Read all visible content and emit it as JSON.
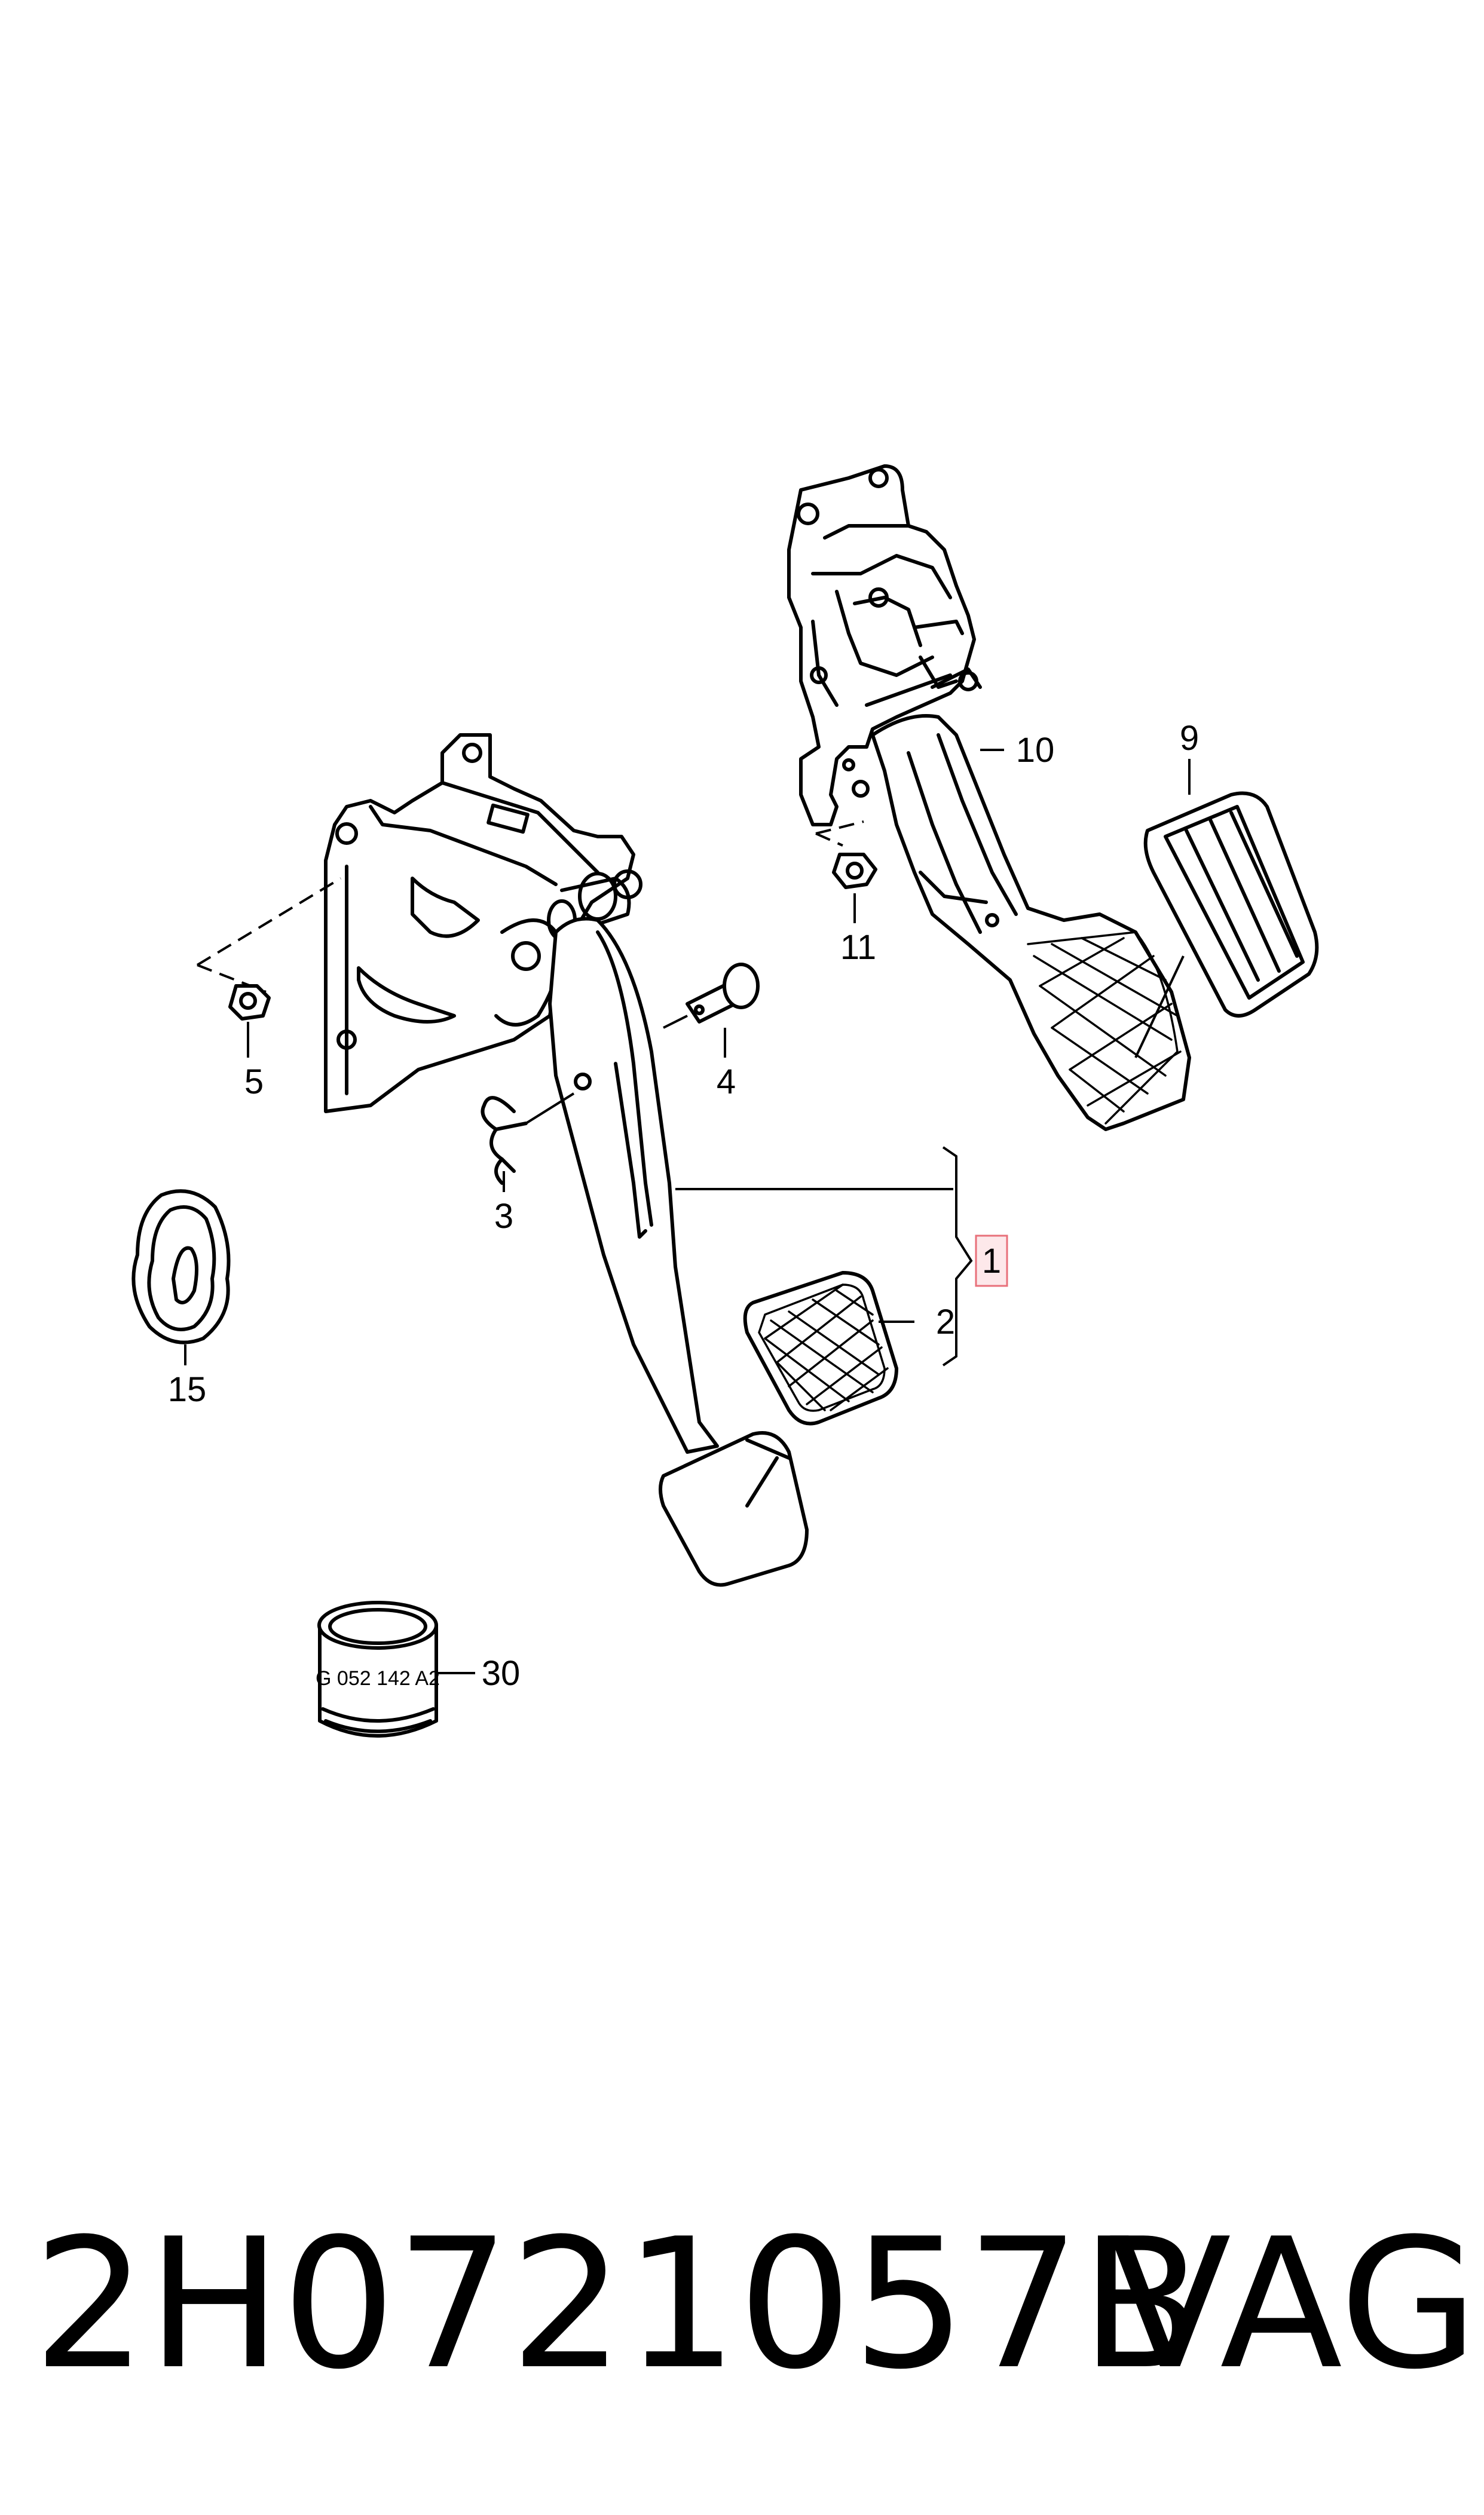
{
  "callouts": {
    "c1": "1",
    "c2": "2",
    "c3": "3",
    "c4": "4",
    "c5": "5",
    "c9": "9",
    "c10": "10",
    "c11": "11",
    "c15": "15",
    "c30": "30"
  },
  "bushing_marking": "G 052 142 A2",
  "part_number": "2H0721057B",
  "brand": "VAG",
  "highlight_color": "#e8707a"
}
